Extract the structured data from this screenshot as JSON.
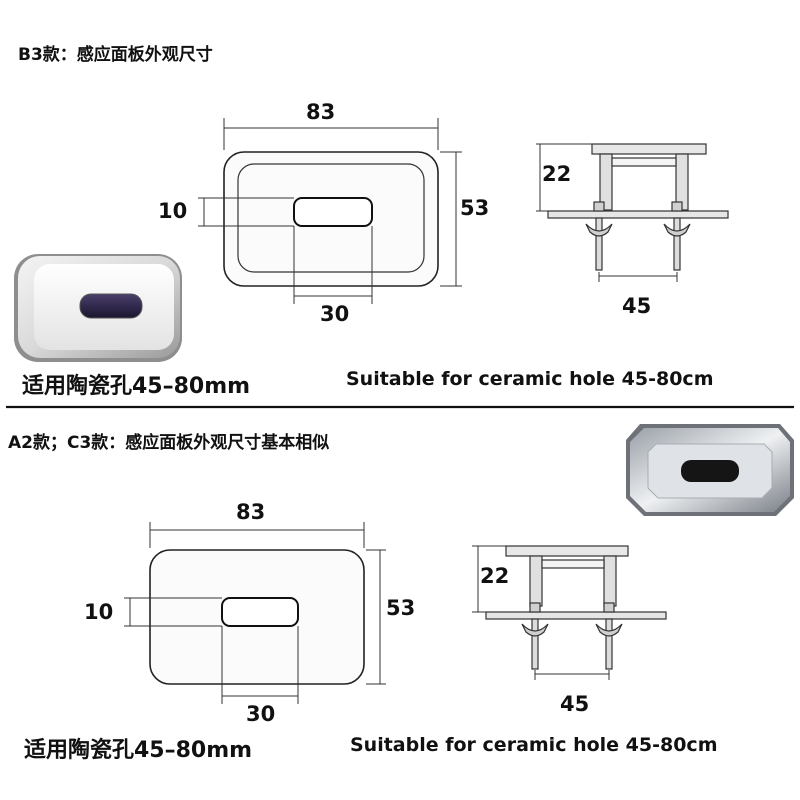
{
  "top": {
    "title": "B3款：感应面板外观尺寸",
    "dim_width": "83",
    "dim_height": "53",
    "dim_window_h": "10",
    "dim_window_w": "30",
    "side_dim_height": "22",
    "side_dim_spacing": "45",
    "caption_cn": "适用陶瓷孔45–80mm",
    "caption_en": "Suitable for ceramic hole 45-80cm"
  },
  "bottom": {
    "title": "A2款；C3款：感应面板外观尺寸基本相似",
    "dim_width": "83",
    "dim_height": "53",
    "dim_window_h": "10",
    "dim_window_w": "30",
    "side_dim_height": "22",
    "side_dim_spacing": "45",
    "caption_cn": "适用陶瓷孔45–80mm",
    "caption_en": "Suitable for ceramic hole 45-80cm"
  }
}
